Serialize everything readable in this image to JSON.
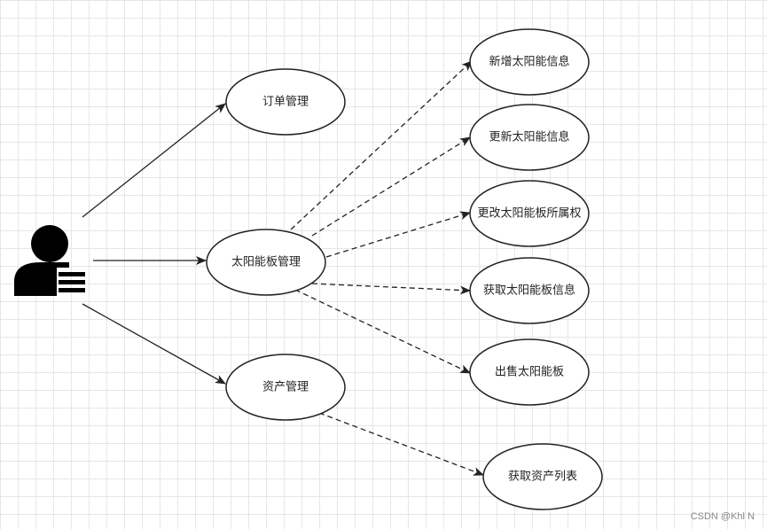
{
  "diagram": {
    "nodes": {
      "order_mgmt": "订单管理",
      "panel_mgmt": "太阳能板管理",
      "asset_mgmt": "资产管理",
      "add_info": "新增太阳能信息",
      "update_info": "更新太阳能信息",
      "change_owner": "更改太阳能板所属权",
      "get_info": "获取太阳能板信息",
      "sell_panel": "出售太阳能板",
      "get_asset_list": "获取资产列表"
    },
    "actor_icon": "user-icon"
  },
  "watermark": "CSDN @Khl N",
  "colors": {
    "stroke": "#222222",
    "grid": "#e6e6e6",
    "background": "#ffffff"
  }
}
